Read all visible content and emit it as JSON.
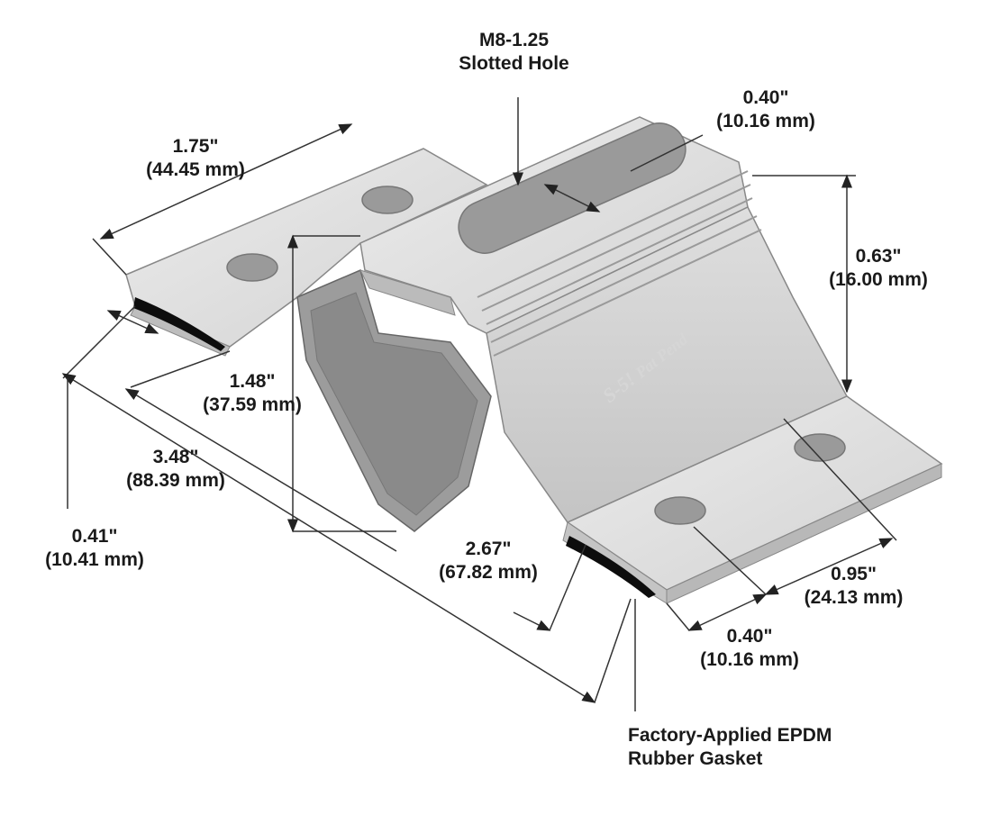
{
  "diagram": {
    "subject": "Aluminum mounting bracket with slotted hole and rubber gasket",
    "colors": {
      "background": "#ffffff",
      "metal_light": "#e4e4e4",
      "metal_mid": "#cfcfcf",
      "metal_dark": "#a9a9a9",
      "hole_fill": "#8f8f8f",
      "gasket": "#0d0d0d",
      "dimension_line": "#333333",
      "text": "#1a1a1a"
    },
    "watermark": {
      "logo": "S-5!",
      "text": "Pat Pend"
    }
  },
  "callouts": {
    "slotted_hole": {
      "line1": "M8-1.25",
      "line2": "Slotted Hole"
    },
    "gasket": {
      "line1": "Factory-Applied EPDM",
      "line2": "Rubber Gasket"
    }
  },
  "dimensions": {
    "top_flange_width": {
      "inches": "1.75\"",
      "mm": "(44.45 mm)"
    },
    "slot_width": {
      "inches": "0.40\"",
      "mm": "(10.16 mm)"
    },
    "height": {
      "inches": "0.63\"",
      "mm": "(16.00 mm)"
    },
    "inner_height": {
      "inches": "1.48\"",
      "mm": "(37.59 mm)"
    },
    "overall_length": {
      "inches": "3.48\"",
      "mm": "(88.39 mm)"
    },
    "foot_width": {
      "inches": "0.41\"",
      "mm": "(10.41 mm)"
    },
    "hole_spacing": {
      "inches": "2.67\"",
      "mm": "(67.82 mm)"
    },
    "flange_depth": {
      "inches": "0.95\"",
      "mm": "(24.13 mm)"
    },
    "hole_offset": {
      "inches": "0.40\"",
      "mm": "(10.16 mm)"
    }
  }
}
